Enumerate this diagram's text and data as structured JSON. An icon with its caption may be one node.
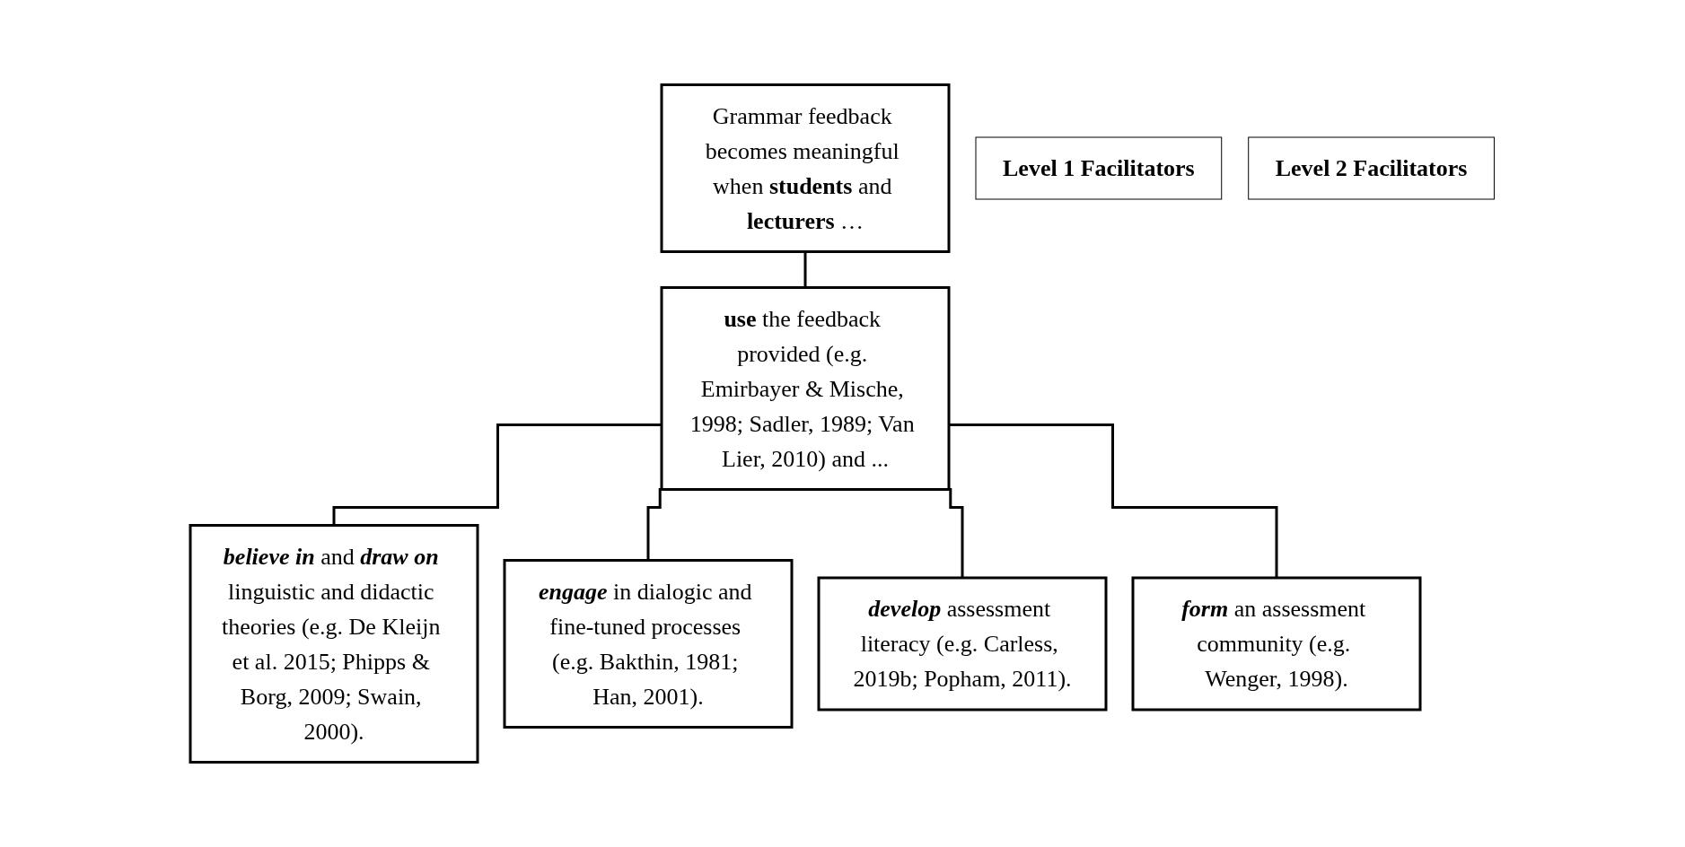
{
  "diagram": {
    "nodes": [
      {
        "text": [
          "Grammar feedback becomes meaningful when **students** and **lecturers** …"
        ]
      },
      {
        "text": [
          "**use** the feedback provided (e.g. Emirbayer & Mische, 1998; Sadler, 1989; Van Lier, 2010) and ..."
        ]
      },
      {
        "text": [
          "*believe in* and *draw on* linguistic and didactic theories (e.g. De Kleijn et al. 2015; Phipps & Borg, 2009; Swain, 2000)."
        ]
      },
      {
        "text": [
          "*engage* in dialogic and fine-tuned processes (e.g. Bakthin, 1981; Han, 2001)."
        ]
      },
      {
        "text": [
          "*develop* assessment literacy (e.g. Carless, 2019b; Popham, 2011)."
        ]
      },
      {
        "text": [
          "*form* an assessment community (e.g. Wenger, 1998)."
        ]
      },
      {
        "text": [
          "Level 1 Facilitators"
        ]
      },
      {
        "text": [
          "Level 2 Facilitators"
        ]
      }
    ],
    "edges": [
      {
        "from": 0,
        "to": 1,
        "arrow": "none"
      },
      {
        "from": 1,
        "to": 2,
        "arrow": "none"
      },
      {
        "from": 1,
        "to": 3,
        "arrow": "none"
      },
      {
        "from": 1,
        "to": 4,
        "arrow": "none"
      },
      {
        "from": 1,
        "to": 5,
        "arrow": "none"
      }
    ]
  }
}
